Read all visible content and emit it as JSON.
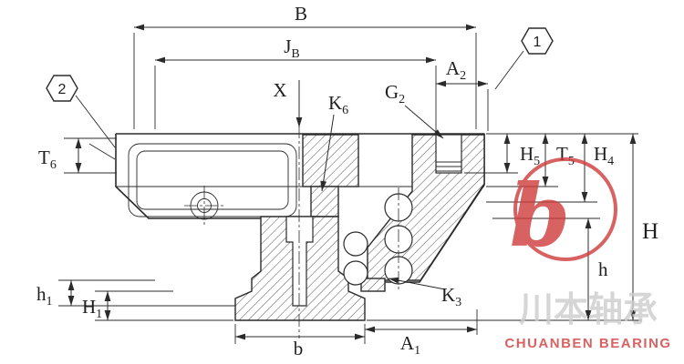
{
  "drawing": {
    "dim_labels": {
      "B": {
        "main": "B",
        "sub": ""
      },
      "JB": {
        "main": "J",
        "sub": "B"
      },
      "A2": {
        "main": "A",
        "sub": "2"
      },
      "X": {
        "main": "X",
        "sub": ""
      },
      "K6": {
        "main": "K",
        "sub": "6"
      },
      "G2": {
        "main": "G",
        "sub": "2"
      },
      "T6": {
        "main": "T",
        "sub": "6"
      },
      "H5": {
        "main": "H",
        "sub": "5"
      },
      "T5": {
        "main": "T",
        "sub": "5"
      },
      "H4": {
        "main": "H",
        "sub": "4"
      },
      "H": {
        "main": "H",
        "sub": ""
      },
      "h": {
        "main": "h",
        "sub": ""
      },
      "K3": {
        "main": "K",
        "sub": "3"
      },
      "h1": {
        "main": "h",
        "sub": "1"
      },
      "H1": {
        "main": "H",
        "sub": "1"
      },
      "b": {
        "main": "b",
        "sub": ""
      },
      "A1": {
        "main": "A",
        "sub": "1"
      }
    },
    "callouts": {
      "c1": "1",
      "c2": "2"
    }
  },
  "watermark": {
    "logo_letter": "b",
    "brand_cn": "川本轴承",
    "brand_en": "CHUANBEN BEARING"
  },
  "colors": {
    "line": "#2b2b2b",
    "hatch": "#555555",
    "watermark_red": "#cf3a3a",
    "watermark_gray": "#cdcdcd"
  }
}
